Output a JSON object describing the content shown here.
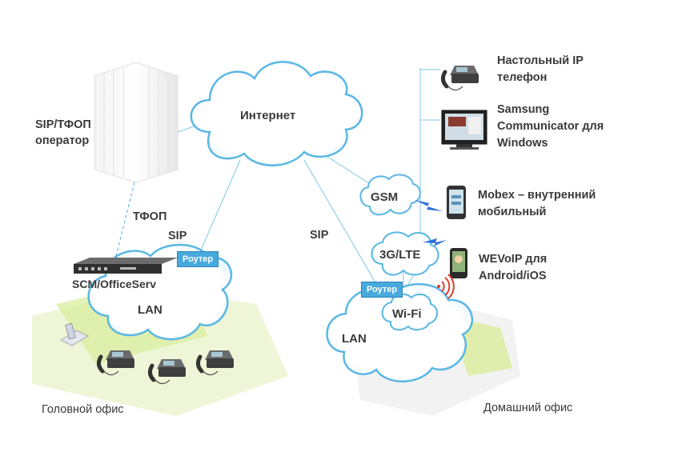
{
  "labels": {
    "internet": "Интернет",
    "sip_operator_line1": "SIP/ТФОП",
    "sip_operator_line2": "оператор",
    "pstn": "ТФОП",
    "sip_left": "SIP",
    "sip_right": "SIP",
    "scm": "SCM/OfficeServ",
    "lan_left": "LAN",
    "lan_right": "LAN",
    "router": "Роутер",
    "gsm": "GSM",
    "lte": "3G/LTE",
    "wifi": "Wi-Fi",
    "head_office": "Головной офис",
    "home_office": "Домашний офис"
  },
  "devices": [
    {
      "line1": "Настольный IP",
      "line2": "телефон",
      "line3": ""
    },
    {
      "line1": "Samsung",
      "line2": "Communicator для",
      "line3": "Windows"
    },
    {
      "line1": "Mobex – внутренний",
      "line2": "мобильный",
      "line3": ""
    },
    {
      "line1": "WEVoIP для",
      "line2": "Android/iOS",
      "line3": ""
    }
  ],
  "colors": {
    "cloud_stroke": "#5ab7e3",
    "line": "#7cc8e6",
    "router": "#48a9dd",
    "ground": "#d9ec9a",
    "signal": "#2f6fd6"
  }
}
